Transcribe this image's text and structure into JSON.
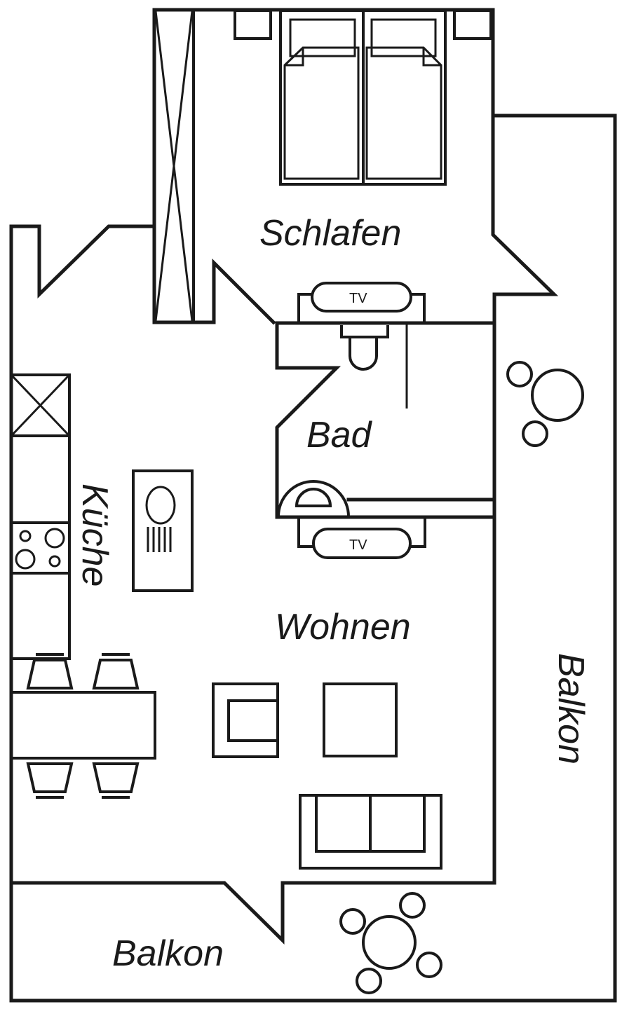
{
  "title": "Floor plan",
  "colors": {
    "line": "#1a1a1a",
    "background": "#ffffff"
  },
  "rooms": {
    "schlafen": "Schlafen",
    "bad": "Bad",
    "kueche": "Küche",
    "wohnen": "Wohnen",
    "balkon_side": "Balkon",
    "balkon_bottom": "Balkon"
  },
  "furniture": {
    "tv_bedroom": "TV",
    "tv_living": "TV"
  }
}
